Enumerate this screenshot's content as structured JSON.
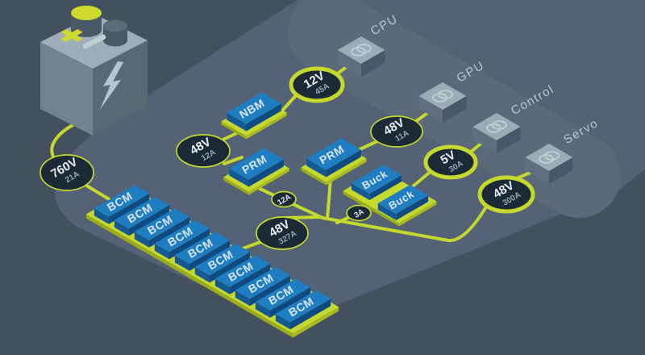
{
  "nodes": {
    "hv_source": {
      "value": "760V",
      "current": "21A"
    },
    "bus_48v_cpu": {
      "value": "48V",
      "current": "12A"
    },
    "rail_12v": {
      "value": "12V",
      "current": "45A"
    },
    "bus_48v_gpu": {
      "value": "48V",
      "current": "11A"
    },
    "rail_5v": {
      "value": "5V",
      "current": "30A"
    },
    "bus_48v_main": {
      "value": "48V",
      "current": "327A"
    },
    "rail_48v_servo": {
      "value": "48V",
      "current": "300A"
    },
    "branch_12a": {
      "value": "12A"
    },
    "branch_3a": {
      "value": "3A"
    }
  },
  "modules": {
    "bcm_label": "BCM",
    "bcm_count": 10,
    "nbm_label": "NBM",
    "prm_label": "PRM",
    "buck_label": "Buck"
  },
  "loads": {
    "cpu": "CPU",
    "gpu": "GPU",
    "control": "Control",
    "servo": "Servo"
  },
  "colors": {
    "background": "#45505f",
    "platform": "#556174",
    "lane": "#5c6979",
    "accent_lime": "#c5d82e",
    "module_blue": "#1f7dc2",
    "node_fill": "#1c2937",
    "load_gray": "#9dabb4"
  }
}
